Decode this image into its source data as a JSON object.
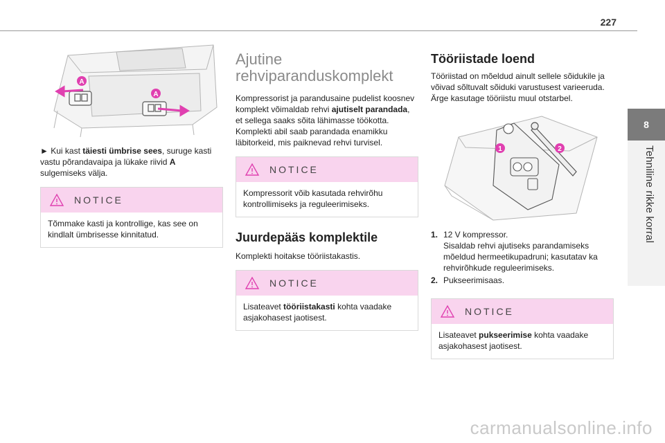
{
  "page": {
    "number": "227"
  },
  "side_tab": {
    "chapter_number": "8",
    "chapter_title": "Tehniline rikke korral"
  },
  "column1": {
    "step": "► Kui kast ",
    "step_bold": "täiesti ümbrise sees",
    "step_rest": ", suruge kasti vastu põrandavaipa ja lükake riivid ",
    "step_bold2": "A",
    "step_end": " sulgemiseks välja.",
    "figure_label_a1": "A",
    "figure_label_a2": "A",
    "notice": {
      "title": "NOTICE",
      "text": "Tõmmake kasti ja kontrollige, kas see on kindlalt ümbrisesse kinnitatud."
    }
  },
  "column2": {
    "title_line1": "Ajutine",
    "title_line2": "rehviparanduskomplekt",
    "intro_pre": "Kompressorist ja parandusaine pudelist koosnev komplekt võimaldab rehvi ",
    "intro_bold": "ajutiselt parandada",
    "intro_post": ", et sellega saaks sõita lähimasse töökotta. Komplekti abil saab parandada enamikku läbitorkeid, mis paiknevad rehvi turvisel.",
    "notice1": {
      "title": "NOTICE",
      "text": "Kompressorit võib kasutada rehvirõhu kontrollimiseks ja reguleerimiseks."
    },
    "section_title": "Juurdepääs komplektile",
    "section_text": "Komplekti hoitakse tööriistakastis.",
    "notice2": {
      "title": "NOTICE",
      "text_pre": "Lisateavet ",
      "text_bold": "tööriistakasti",
      "text_post": " kohta vaadake asjakohasest jaotisest."
    }
  },
  "column3": {
    "title": "Tööriistade loend",
    "intro": "Tööriistad on mõeldud ainult sellele sõidukile ja võivad sõltuvalt sõiduki varustusest varieeruda. Ärge kasutage tööriistu muul otstarbel.",
    "figure_label_1": "1",
    "figure_label_2": "2",
    "items": [
      {
        "num": "1.",
        "line1": "12 V kompressor.",
        "line2": "Sisaldab rehvi ajutiseks parandamiseks mõeldud hermeetikupadruni; kasutatav ka rehvirõhkude reguleerimiseks."
      },
      {
        "num": "2.",
        "line1": "Pukseerimisaas.",
        "line2": ""
      }
    ],
    "notice": {
      "title": "NOTICE",
      "text_pre": "Lisateavet ",
      "text_bold": "pukseerimise",
      "text_post": " kohta vaadake asjakohasest jaotisest."
    }
  },
  "watermark": "carmanualsonline.info",
  "colors": {
    "notice_header": "#f9d4ee",
    "marker_magenta": "#e040b0",
    "side_tab": "#7b7b7b"
  }
}
